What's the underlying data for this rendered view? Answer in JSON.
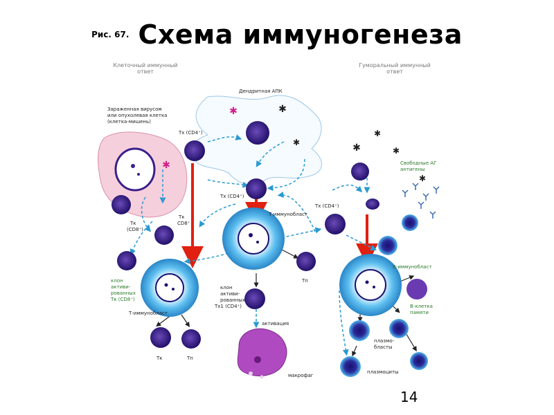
{
  "slide": {
    "fig_label": "Рис. 67.",
    "title": "Схема иммуногенеза",
    "page_number": "14"
  },
  "diagram": {
    "left_heading": [
      "Клеточный иммунный",
      "ответ"
    ],
    "right_heading": [
      "Гуморальный иммунный",
      "ответ"
    ],
    "labels": {
      "dendritic_apc": "Дендритная АПК",
      "infected_cell": [
        "Зараженная вирусом",
        "или опухолевая клетка",
        "(клетка-мишень)"
      ],
      "th_cd4_top": "Тх (CD4⁺)",
      "th_cd4_mid": "Тх (CD4⁺)",
      "th_cd4_right": "Тх (CD4⁺)",
      "tk_cd8_1": [
        "Тк",
        "CD8⁺"
      ],
      "tk_cd8_2": [
        "Тк",
        "(CD8⁺)"
      ],
      "clone": [
        "клон",
        "активи-",
        "рованных",
        "Тк (CD8⁺)"
      ],
      "immunoblast": "Т-иммунобласт",
      "immunoblast_center": "Т-иммунобласт",
      "clone_th": [
        "клон",
        "активи-",
        "рованных",
        "Тх1 (CD4⁺)"
      ],
      "activation": "активация",
      "macrophage": "макрофаг",
      "tk": "Тк",
      "tp": "Тп",
      "tp2": "Тп",
      "soluble_ag": [
        "Свободные АГ",
        "антигены"
      ],
      "b_immunoblast": "В-иммунобласт",
      "memory_cells": [
        "В-клетка",
        "памяти"
      ],
      "plasmablasts": [
        "плазмо-",
        "бласты"
      ],
      "plasmacytes": "плазмоциты"
    }
  },
  "colors": {
    "cell_purple": "#3a1f8c",
    "blast_blue": "#3aa0dc",
    "arrow_red": "#e02010",
    "arrow_dashed": "#2a9ad0",
    "infected_pink": "#f4c6d6",
    "macrophage": "#b04ac0"
  }
}
